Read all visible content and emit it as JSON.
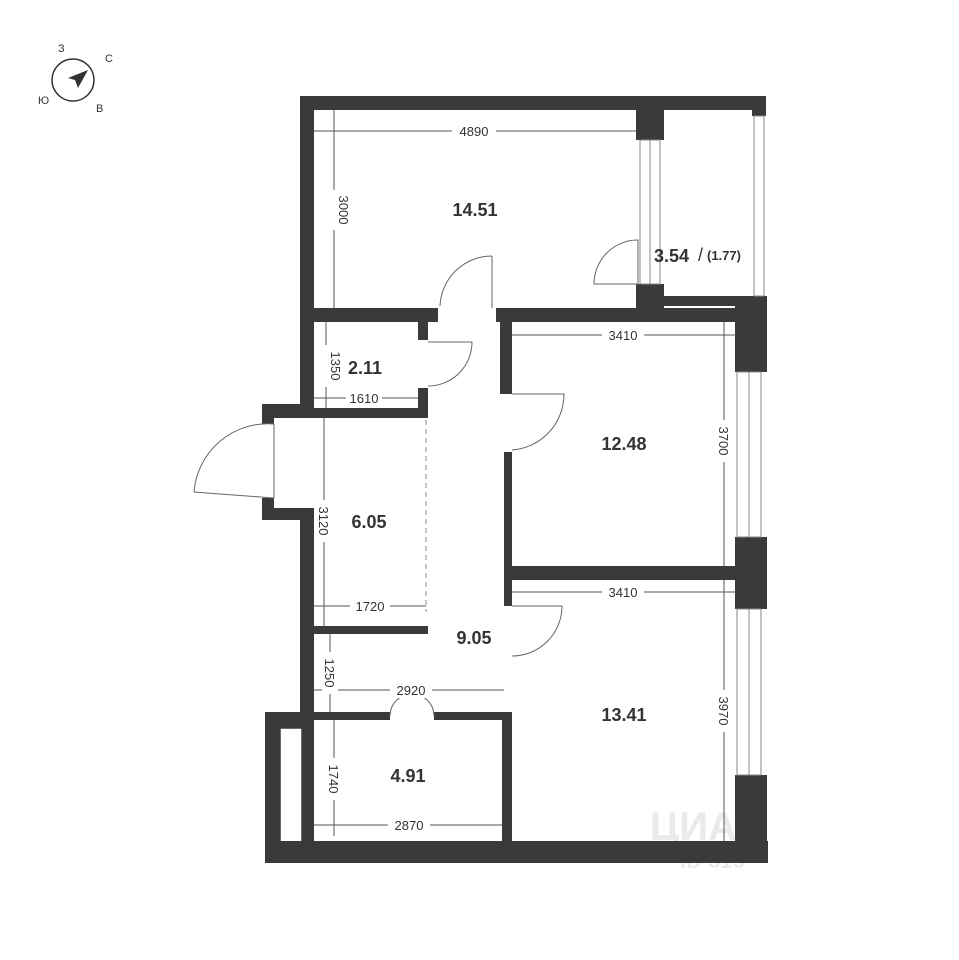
{
  "compass": {
    "north": "С",
    "east": "В",
    "south": "Ю",
    "west": "З"
  },
  "rooms": {
    "living_area": "14.51",
    "balcony_area": "3.54",
    "balcony_reduced": "(1.77)",
    "bathroom_small_area": "2.11",
    "bedroom1_area": "12.48",
    "entrance_area": "6.05",
    "hall_area": "9.05",
    "bedroom2_area": "13.41",
    "bathroom_area": "4.91"
  },
  "dimensions": {
    "living_width": "4890",
    "living_depth": "3000",
    "bedroom1_width": "3410",
    "bedroom1_depth": "3700",
    "bathroom_small_depth": "1350",
    "bathroom_small_width": "1610",
    "entrance_depth": "3120",
    "entrance_width": "1720",
    "bedroom2_width": "3410",
    "bedroom2_depth": "3970",
    "hall_depth": "1250",
    "hall_width": "2920",
    "bathroom_depth": "1740",
    "bathroom_width": "2870"
  },
  "watermark": {
    "text": "ЦИАН",
    "id": "ID 315"
  },
  "colors": {
    "wall": "#3a3a3c",
    "line": "#555555"
  }
}
